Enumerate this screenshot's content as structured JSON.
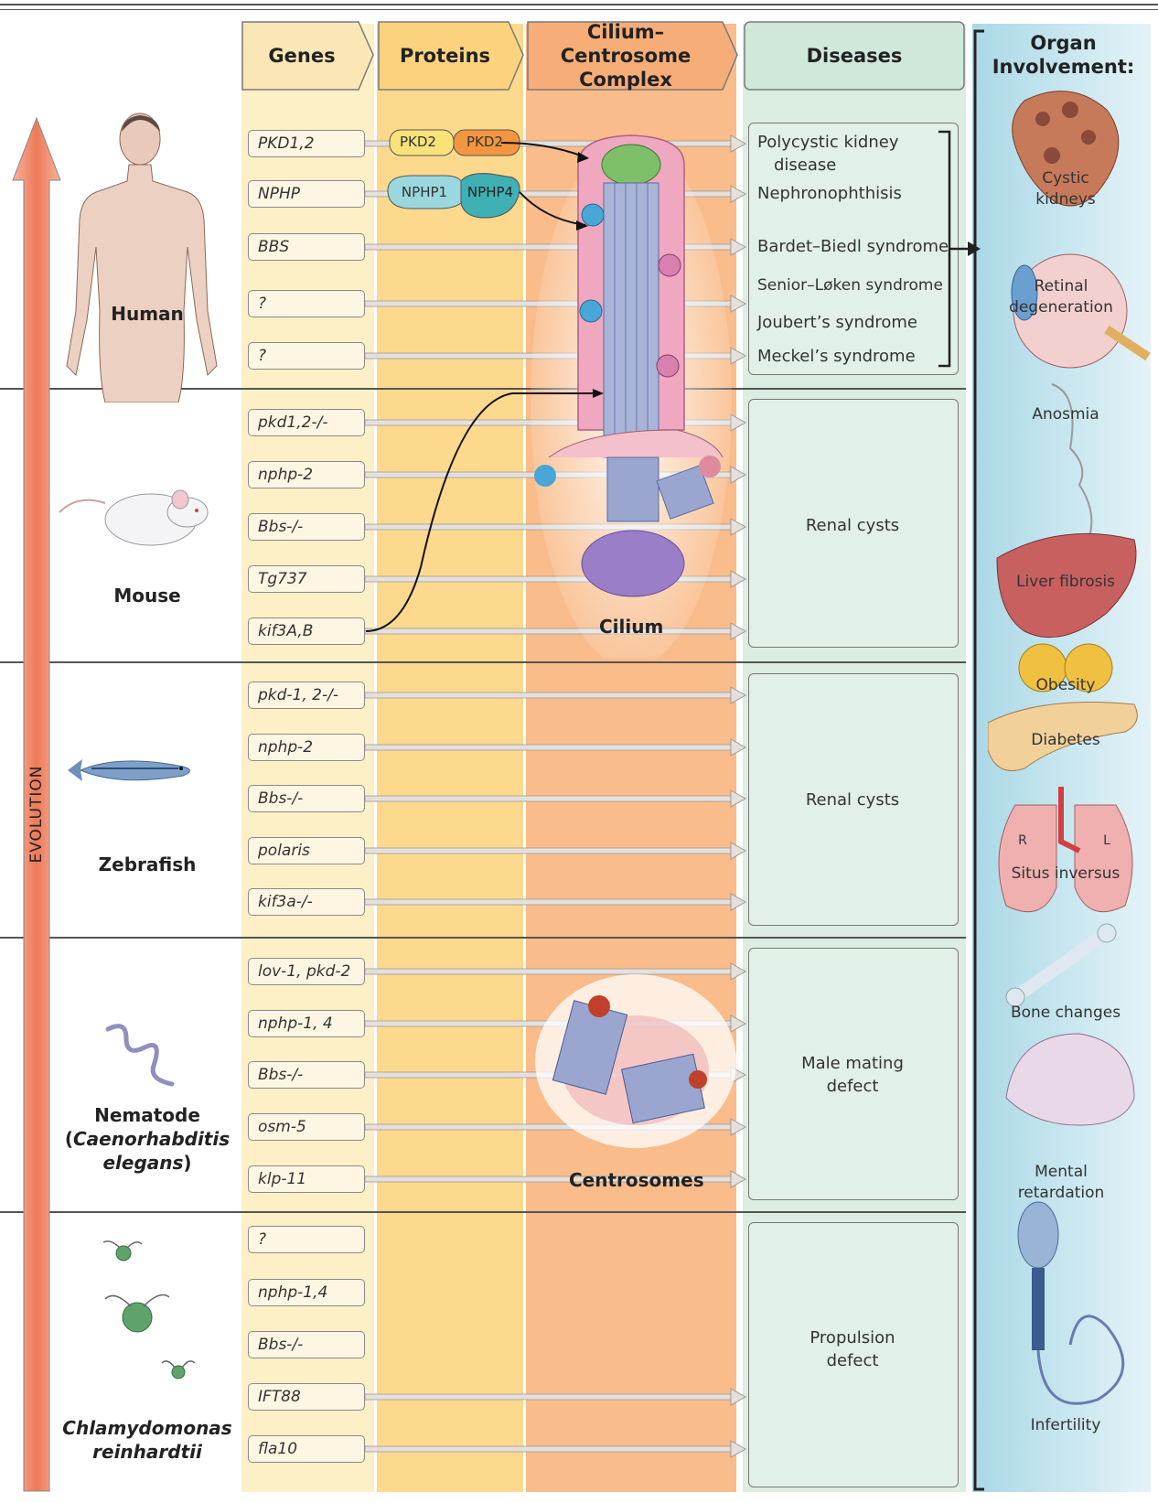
{
  "headers": {
    "genes": "Genes",
    "proteins": "Proteins",
    "complex_line1": "Cilium–Centrosome",
    "complex_line2": "Complex",
    "diseases": "Diseases",
    "organ_line1": "Organ",
    "organ_line2": "Involvement:"
  },
  "evolution_label": "EVOLUTION",
  "organisms": {
    "human": "Human",
    "mouse": "Mouse",
    "zebrafish": "Zebrafish",
    "nematode_line1": "Nematode",
    "nematode_line2_open": "(",
    "nematode_line2_italic": "Caenorhabditis",
    "nematode_line3_italic": "elegans",
    "nematode_line3_close": ")",
    "chlamy_line1": "Chlamydomonas",
    "chlamy_line2": "reinhardtii"
  },
  "genes": {
    "human": [
      "PKD1,2",
      "NPHP",
      "BBS",
      "?",
      "?"
    ],
    "mouse": [
      "pkd1,2-/-",
      "nphp-2",
      "Bbs-/-",
      "Tg737",
      "kif3A,B"
    ],
    "zebrafish": [
      "pkd-1, 2-/-",
      "nphp-2",
      "Bbs-/-",
      "polaris",
      "kif3a-/-"
    ],
    "nematode": [
      "lov-1, pkd-2",
      "nphp-1, 4",
      "Bbs-/-",
      "osm-5",
      "klp-11"
    ],
    "chlamy": [
      "?",
      "nphp-1,4",
      "Bbs-/-",
      "IFT88",
      "fla10"
    ]
  },
  "proteins": {
    "pkd2_a": "PKD2",
    "pkd2_b": "PKD2",
    "nphp1": "NPHP1",
    "nphp4": "NPHP4"
  },
  "complex_labels": {
    "cilium": "Cilium",
    "centrosomes": "Centrosomes"
  },
  "diseases": {
    "human_line1": "Polycystic kidney",
    "human_line1b": "disease",
    "human": [
      "Nephronophthisis",
      "Bardet–Biedl syndrome",
      "Senior–Løken syndrome",
      "Joubert’s syndrome",
      "Meckel’s syndrome"
    ],
    "mouse": "Renal cysts",
    "zebrafish": "Renal cysts",
    "nematode_line1": "Male mating",
    "nematode_line2": "defect",
    "chlamy_line1": "Propulsion",
    "chlamy_line2": "defect"
  },
  "organs": {
    "cystic_line1": "Cystic",
    "cystic_line2": "kidneys",
    "retinal_line1": "Retinal",
    "retinal_line2": "degeneration",
    "anosmia": "Anosmia",
    "liver": "Liver fibrosis",
    "obesity": "Obesity",
    "diabetes": "Diabetes",
    "situs_r": "R",
    "situs_l": "L",
    "situs": "Situs inversus",
    "bone": "Bone changes",
    "mental_line1": "Mental",
    "mental_line2": "retardation",
    "infertility": "Infertility"
  },
  "colors": {
    "genes_col": "#fdecb8",
    "proteins_col": "#fcd88a",
    "complex_col": "#f8b986",
    "diseases_col": "#d8ebdf",
    "organ_col": "#c8e6ee",
    "evolution_arrow": "#f08a6c"
  }
}
